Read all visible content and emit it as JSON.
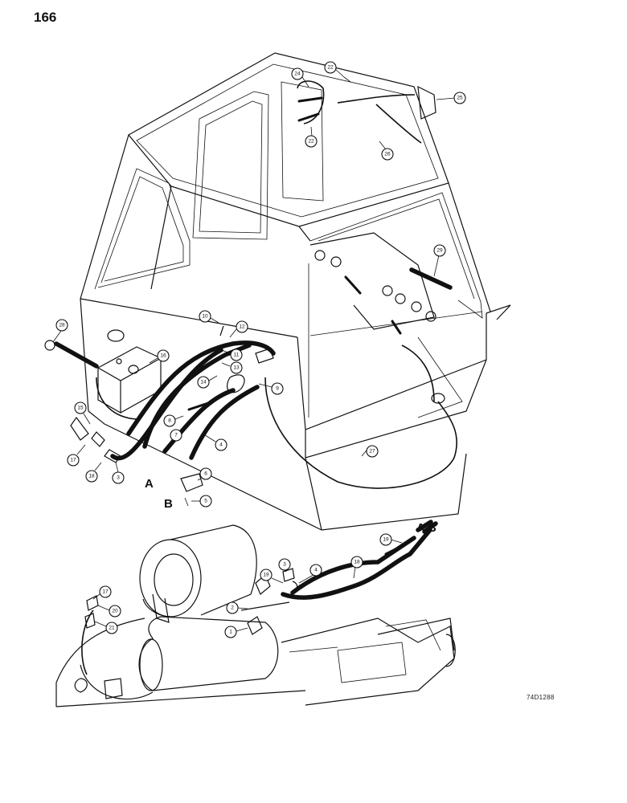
{
  "page": {
    "number": "166",
    "ref_code": "74D1288"
  },
  "hose_labels": {
    "a": "A",
    "b": "B"
  },
  "callouts": {
    "c1": "1",
    "c2": "2",
    "c3a": "3",
    "c3b": "3",
    "c4a": "4",
    "c4b": "4",
    "c5": "5",
    "c6": "6",
    "c7": "7",
    "c8": "8",
    "c9": "9",
    "c10": "10",
    "c11": "11",
    "c12": "12",
    "c13": "13",
    "c14": "14",
    "c15": "15",
    "c16": "16",
    "c17a": "17",
    "c17b": "17",
    "c18a": "18",
    "c18b": "18",
    "c19a": "19",
    "c19b": "19",
    "c20": "20",
    "c21": "21",
    "c22a": "22",
    "c22b": "22",
    "c24": "24",
    "c25": "25",
    "c26": "26",
    "c27": "27",
    "c28": "28",
    "c29": "29"
  }
}
